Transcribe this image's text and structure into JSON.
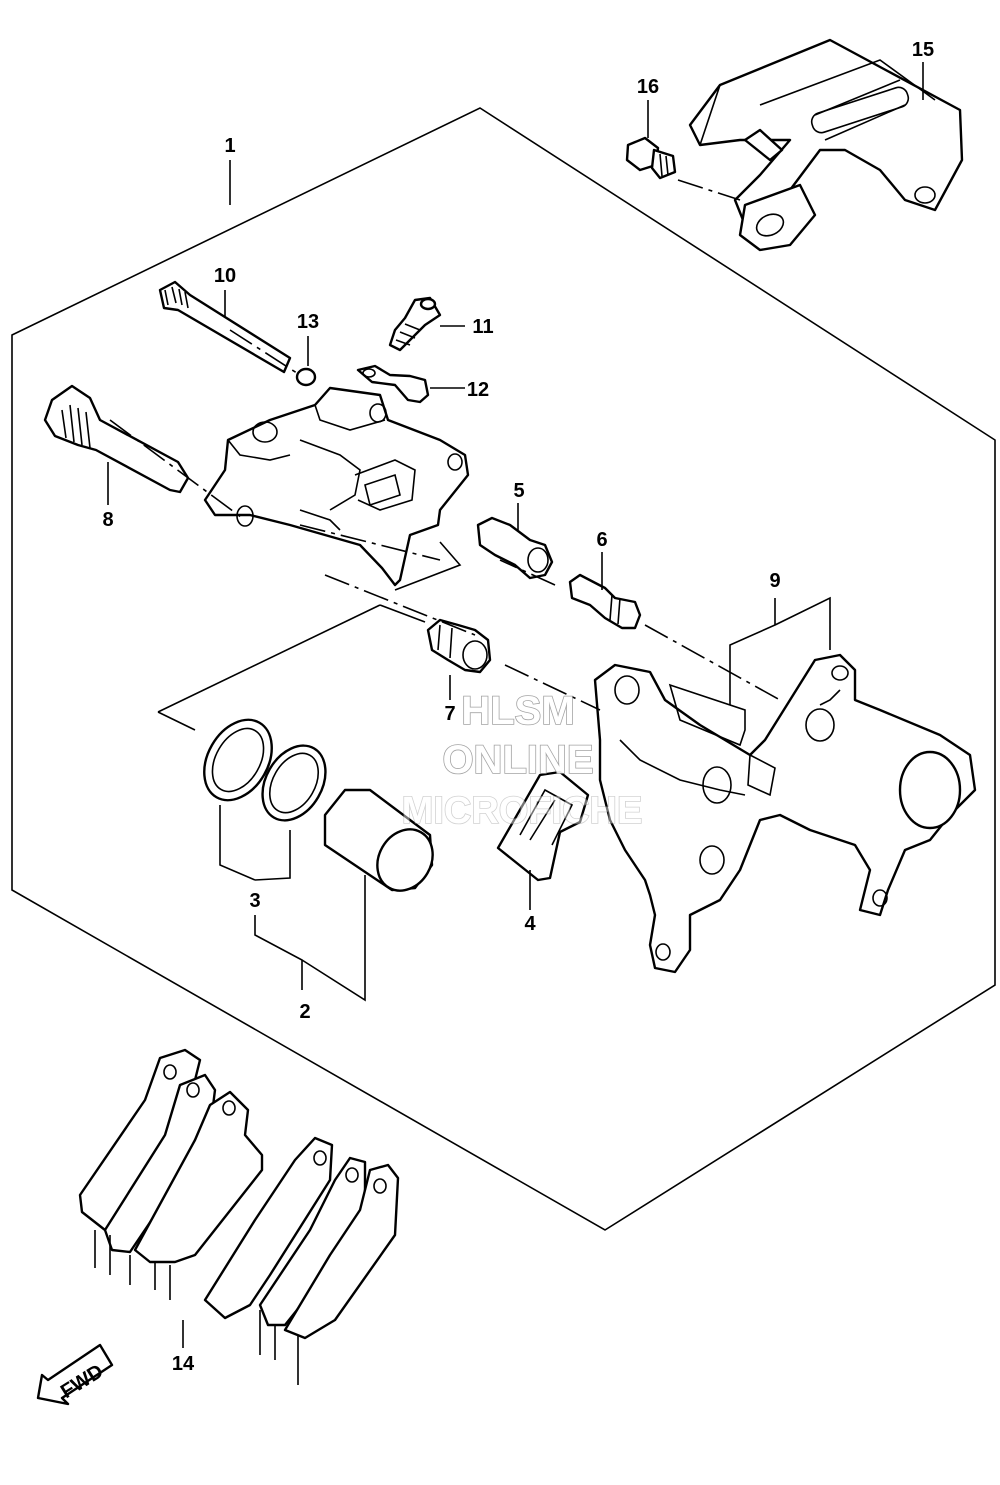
{
  "callouts": [
    {
      "id": "1",
      "text": "1"
    },
    {
      "id": "2",
      "text": "2"
    },
    {
      "id": "3",
      "text": "3"
    },
    {
      "id": "4",
      "text": "4"
    },
    {
      "id": "5",
      "text": "5"
    },
    {
      "id": "6",
      "text": "6"
    },
    {
      "id": "7",
      "text": "7"
    },
    {
      "id": "8",
      "text": "8"
    },
    {
      "id": "9",
      "text": "9"
    },
    {
      "id": "10",
      "text": "10"
    },
    {
      "id": "11",
      "text": "11"
    },
    {
      "id": "12",
      "text": "12"
    },
    {
      "id": "13",
      "text": "13"
    },
    {
      "id": "14",
      "text": "14"
    },
    {
      "id": "15",
      "text": "15"
    },
    {
      "id": "16",
      "text": "16"
    }
  ],
  "direction_arrow": {
    "text": "FWD"
  },
  "watermark": {
    "line1": "HLSM",
    "line2": "ONLINE",
    "line3": "MICROFICHE"
  }
}
